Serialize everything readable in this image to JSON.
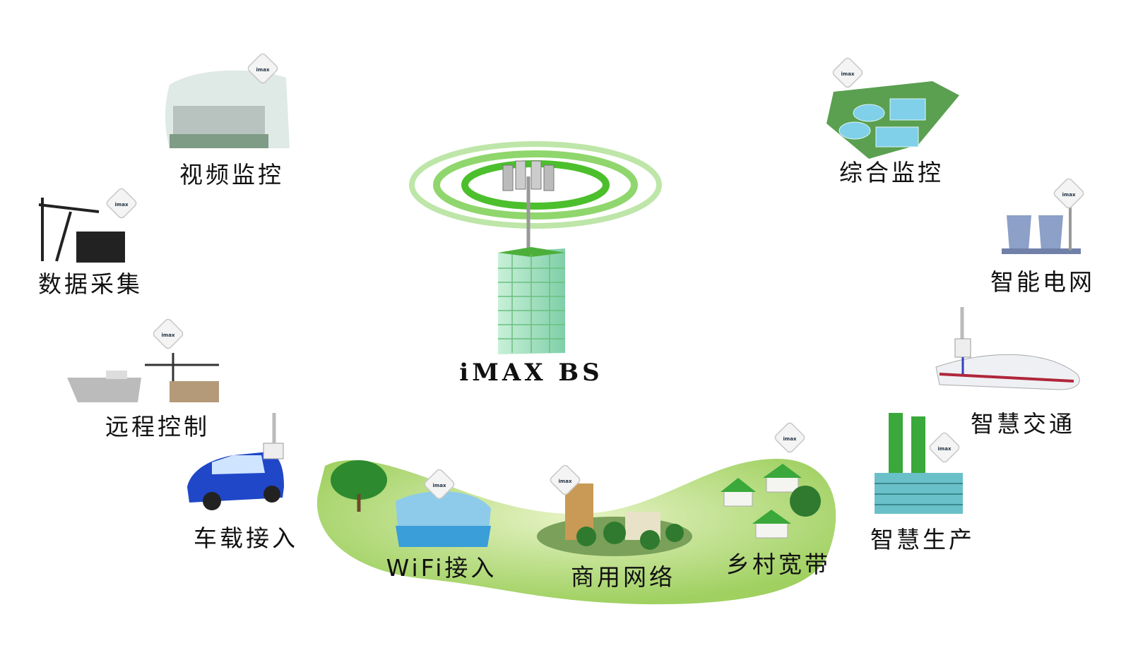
{
  "center": {
    "label": "iMAX BS",
    "icon": "base-station-tower-icon"
  },
  "badge_text": "imax",
  "applications": [
    {
      "label": "视频监控",
      "icon": "dam-icon"
    },
    {
      "label": "数据采集",
      "icon": "oil-pump-icon"
    },
    {
      "label": "远程控制",
      "icon": "port-crane-icon"
    },
    {
      "label": "车载接入",
      "icon": "police-car-icon"
    },
    {
      "label": "WiFi接入",
      "icon": "lake-icon"
    },
    {
      "label": "商用网络",
      "icon": "city-buildings-icon"
    },
    {
      "label": "乡村宽带",
      "icon": "village-houses-icon"
    },
    {
      "label": "智慧生产",
      "icon": "factory-icon"
    },
    {
      "label": "智慧交通",
      "icon": "train-icon"
    },
    {
      "label": "智能电网",
      "icon": "power-plant-icon"
    },
    {
      "label": "综合监控",
      "icon": "water-treatment-icon"
    }
  ],
  "colors": {
    "ring": "#5cc43c",
    "ground": "#a8d66a",
    "tower": "#9fdcc0"
  }
}
